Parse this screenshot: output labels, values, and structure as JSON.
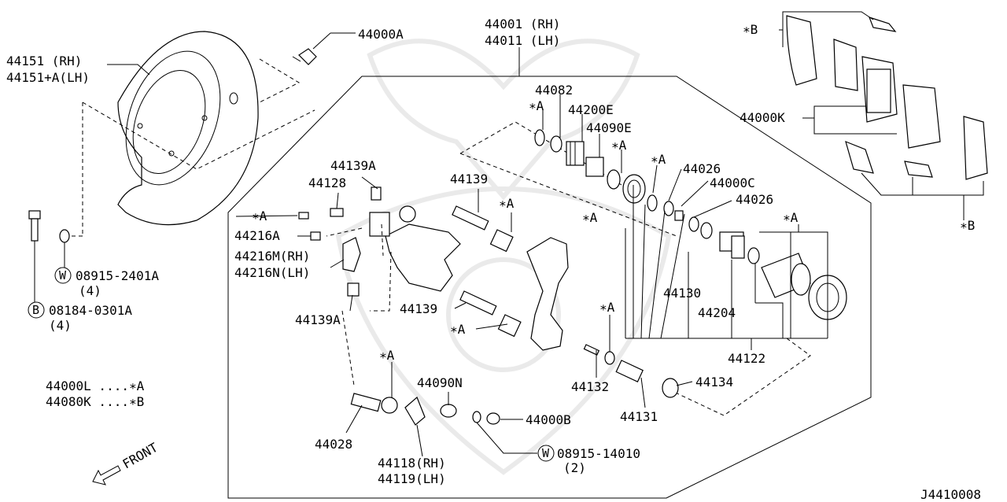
{
  "labels": {
    "l44151": "44151 (RH)",
    "l44151a": "44151+A(LH)",
    "l44000a": "44000A",
    "l44001": "44001 (RH)",
    "l44011": "44011 (LH)",
    "lstarB_top": "∗B",
    "l44000k": "44000K",
    "lstarB_right": "∗B",
    "l44082": "44082",
    "lstarA_1": "∗A",
    "l44200e": "44200E",
    "l44090e": "44090E",
    "lstarA_2": "∗A",
    "lstarA_3": "∗A",
    "l44026_1": "44026",
    "l44000c": "44000C",
    "l44026_2": "44026",
    "lstarA_4": "∗A",
    "lstarA_5": "∗A",
    "l44139a_top": "44139A",
    "l44128": "44128",
    "l44139_top": "44139",
    "lstarA_6": "∗A",
    "lstarA_7": "∗A",
    "l44216a": "44216A",
    "l44216m": "44216M(RH)",
    "l44216n": "44216N(LH)",
    "l08915a": "08915-2401A",
    "l08915a_qty": "(4)",
    "l08184": "08184-0301A",
    "l08184_qty": "(4)",
    "l44139a_bot": "44139A",
    "l44139_bot": "44139",
    "lstarA_8": "∗A",
    "lstarA_9": "∗A",
    "l44130": "44130",
    "l44204": "44204",
    "l44122": "44122",
    "l44132": "44132",
    "l44134": "44134",
    "l44131": "44131",
    "lstarA_10": "∗A",
    "l44090n": "44090N",
    "l44000b": "44000B",
    "l44028": "44028",
    "l44118": "44118(RH)",
    "l44119": "44119(LH)",
    "l08915_14010": "08915-14010",
    "l08915_14010_qty": "(2)",
    "l44000l": "44000L ....∗A",
    "l44080k": "44080K ....∗B",
    "front": "FRONT",
    "diagram_code": "J4410008",
    "circle_w1": "W",
    "circle_b": "B",
    "circle_w2": "W"
  }
}
